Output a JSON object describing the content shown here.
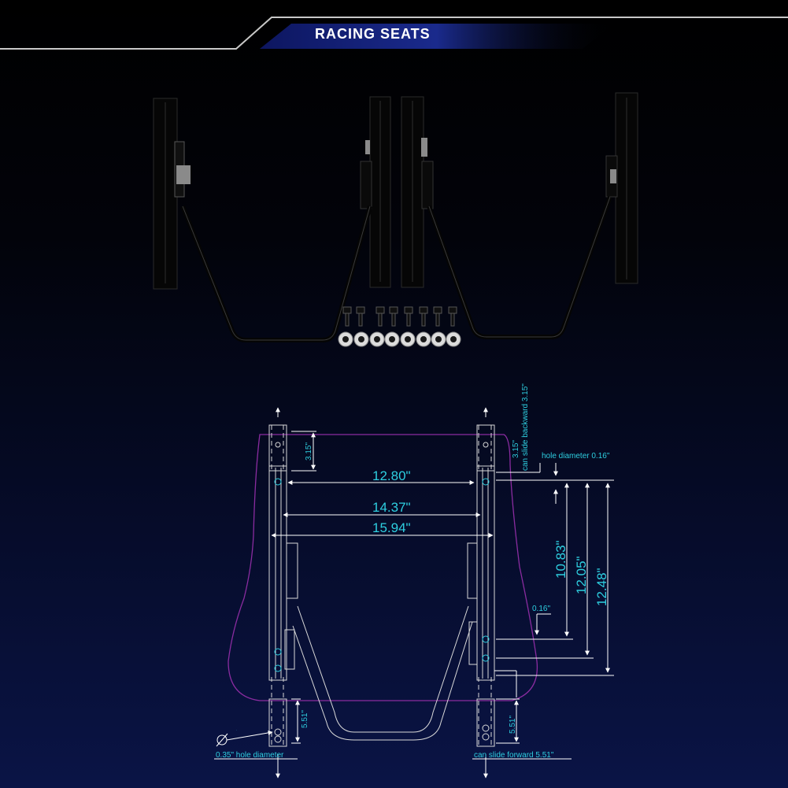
{
  "header": {
    "title": "RACING SEATS"
  },
  "colors": {
    "accent": "#2ecfe0",
    "outline": "#8a2ca0",
    "banner": "#1a2a8c",
    "rail": "#050505"
  },
  "dimensions": {
    "width_1": "12.80\"",
    "width_2": "14.37\"",
    "width_3": "15.94\"",
    "length_1": "10.83\"",
    "length_2": "12.05\"",
    "length_3": "12.48\"",
    "slide_back_value": "3.15\"",
    "slide_back_note": "can slide backward 3.15\"",
    "slide_back_left": "3.15\"",
    "hole_small_note": "hole diameter 0.16\"",
    "hole_small_value": "0.16\"",
    "slide_forward_left": "5.51\"",
    "slide_forward_right": "5.51\"",
    "slide_forward_note": "can slide forward 5.51\"",
    "hole_large_note": "0.35\" hole diameter",
    "phi_symbol": "Ø"
  }
}
